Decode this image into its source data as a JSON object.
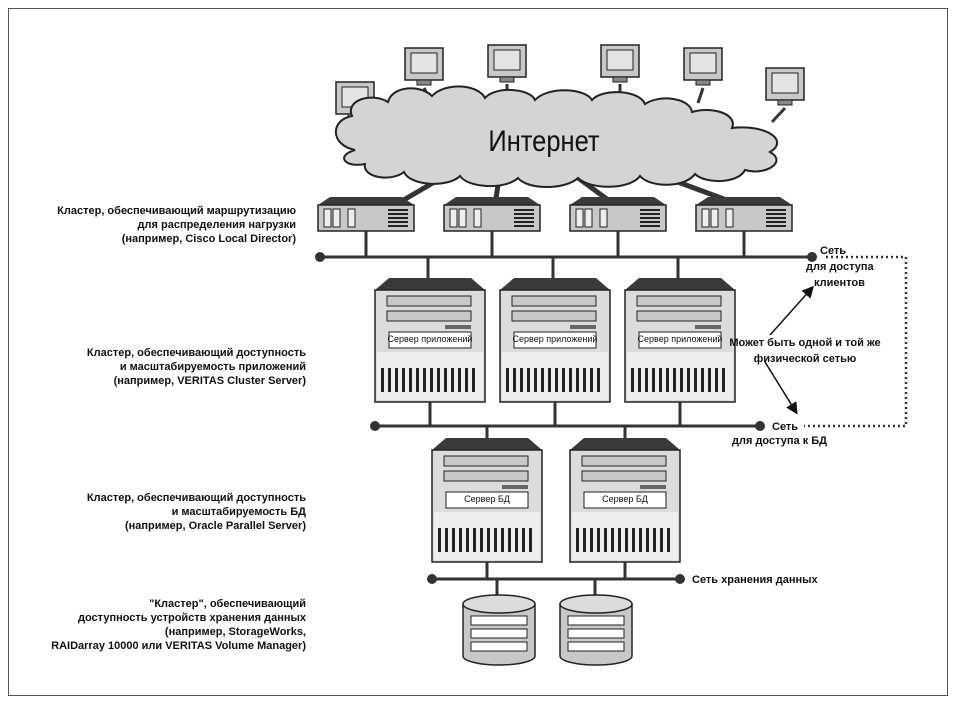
{
  "internet_label": "Интернет",
  "tiers": {
    "routing": {
      "lines": [
        "Кластер, обеспечивающий маршрутизацию",
        "для распределения нагрузки",
        "(например, Cisco Local Director)"
      ]
    },
    "apps": {
      "lines": [
        "Кластер, обеспечивающий доступность",
        "и масштабируемость приложений",
        "(например, VERITAS Cluster Server)"
      ],
      "server_label": "Сервер приложений"
    },
    "db": {
      "lines": [
        "Кластер, обеспечивающий доступность",
        "и масштабируемость БД",
        "(например, Oracle Parallel Server)"
      ],
      "server_label": "Сервер БД"
    },
    "storage": {
      "lines": [
        "\"Кластер\", обеспечивающий",
        "доступность устройств хранения данных",
        "(например, StorageWorks,",
        "RAIDarray 10000 или VERITAS Volume Manager)"
      ]
    }
  },
  "networks": {
    "client_net": [
      "Сеть",
      "для доступа",
      "клиентов"
    ],
    "db_net": [
      "Сеть",
      "для доступа к БД"
    ],
    "storage_net": "Сеть хранения данных",
    "same_network_note": [
      "Может быть одной и той же",
      "физической сетью"
    ]
  },
  "colors": {
    "device_fill": "#c8c8c8",
    "dark": "#3a3a3a",
    "cloud_fill": "#d4d4d4"
  },
  "icons": [
    "monitor-icon",
    "cloud-icon",
    "router-icon",
    "server-tower-icon",
    "disk-array-icon"
  ]
}
